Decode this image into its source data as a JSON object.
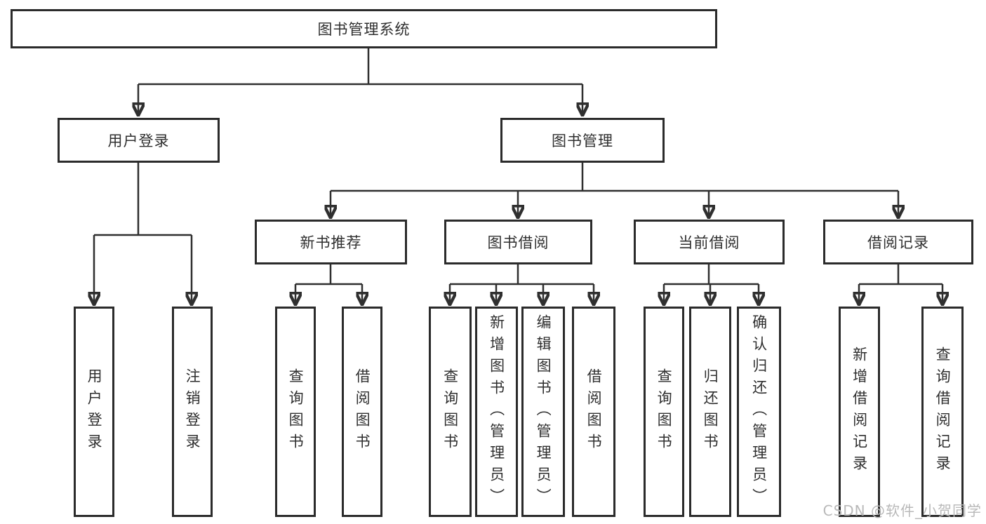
{
  "diagram": {
    "title": "图书管理系统",
    "type": "hierarchy-tree",
    "line_color": "#2f2f2f",
    "border_color": "#2b2b2b",
    "nodes": {
      "root": "图书管理系统",
      "user_login": "用户登录",
      "book_mgmt": "图书管理",
      "new_book_rec": "新书推荐",
      "book_borrow": "图书借阅",
      "current_borrow": "当前借阅",
      "borrow_records": "借阅记录",
      "leaf_user_login": "用户登录",
      "leaf_logout": "注销登录",
      "leaf_nb_query": "查询图书",
      "leaf_nb_borrow": "借阅图书",
      "leaf_bb_query": "查询图书",
      "leaf_bb_add": "新增图书（管理员）",
      "leaf_bb_edit": "编辑图书（管理员）",
      "leaf_bb_borrow": "借阅图书",
      "leaf_cb_query": "查询图书",
      "leaf_cb_return": "归还图书",
      "leaf_cb_confirm": "确认归还（管理员）",
      "leaf_br_add": "新增借阅记录",
      "leaf_br_query": "查询借阅记录"
    }
  },
  "watermark": {
    "text": "CSDN @软件_小贺同学",
    "color": "#b9b9b9"
  }
}
